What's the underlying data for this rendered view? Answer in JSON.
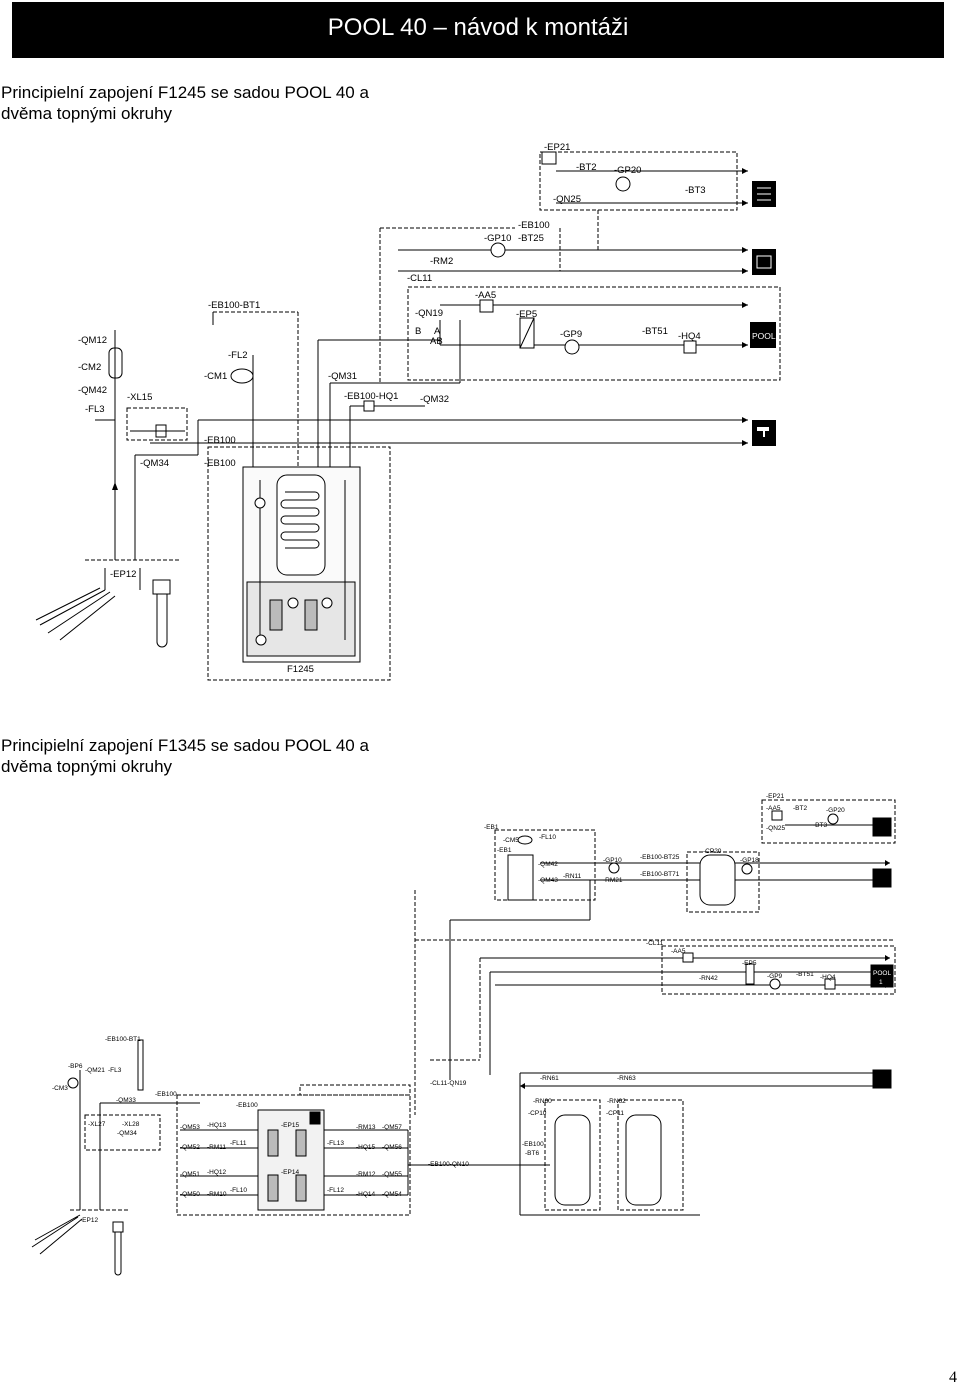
{
  "header": {
    "title": "POOL 40 – návod k montáži"
  },
  "section1": {
    "title_line1": "Principielní zapojení F1245 se sadou POOL 40 a",
    "title_line2": "dvěma topnými okruhy",
    "labels": {
      "ep21": "-EP21",
      "bt2": "-BT2",
      "gp20": "-GP20",
      "bt3": "-BT3",
      "qn25": "-QN25",
      "eb100": "-EB100",
      "gp10": "-GP10",
      "bt25": "-BT25",
      "rm2": "-RM2",
      "cl11": "-CL11",
      "aa5": "-AA5",
      "eb100_bt1": "-EB100-BT1",
      "qn19": "-QN19",
      "b": "B",
      "a": "A",
      "ab": "AB",
      "ep5": "-EP5",
      "gp9": "-GP9",
      "bt51": "-BT51",
      "hq4": "-HQ4",
      "qm12": "-QM12",
      "cm2": "-CM2",
      "qm42": "-QM42",
      "fl3": "-FL3",
      "xl15": "-XL15",
      "fl2": "-FL2",
      "cm1": "-CM1",
      "qm31": "-QM31",
      "eb100_hq1": "-EB100-HQ1",
      "qm32": "-QM32",
      "eb100_a": "-EB100",
      "eb100_b": "-EB100",
      "qm34": "-QM34",
      "ep12": "-EP12",
      "f1245": "F1245",
      "pool": "POOL"
    }
  },
  "section2": {
    "title_line1": "Principielní zapojení F1345 se sadou POOL 40 a",
    "title_line2": "dvěma topnými okruhy",
    "labels": {
      "ep21": "-EP21",
      "aa5": "-AA5",
      "bt2": "-BT2",
      "gp20": "-GP20",
      "qn25": "-QN25",
      "bt3": "-BT3",
      "eb1": "-EB1",
      "cm5": "-CM5",
      "fl10": "-FL10",
      "eb1b": "-EB1",
      "qm42": "-QM42",
      "gp10": "-GP10",
      "eb100_bt25": "-EB100-BT25",
      "cp20": "-CP20",
      "gp18": "-GP18",
      "qm43": "-QM43",
      "rn11": "-RN11",
      "rm21": "-RM21",
      "eb100_bt71": "-EB100-BT71",
      "cl11": "-CL11",
      "aa5b": "-AA5",
      "ep5": "-EP5",
      "rn42": "-RN42",
      "gp9": "-GP9",
      "bt51": "-BT51",
      "hq4": "-HQ4",
      "pool": "POOL",
      "pool_num": "1",
      "eb100_bt1": "-EB100-BT1",
      "bp6": "-BP6",
      "qm21": "-QM21",
      "fl3": "-FL3",
      "cm3": "-CM3",
      "cl11_qn19": "-CL11-QN19",
      "rn61": "-RN61",
      "rn63": "-RN63",
      "qm33": "-QM33",
      "eb100": "-EB100",
      "rn60": "-RN60",
      "rn62": "-RN62",
      "cp10": "-CP10",
      "cp11": "-CP11",
      "eb100b": "-EB100",
      "xl27": "-XL27",
      "xl28": "-XL28",
      "qm34": "-QM34",
      "qm53": "-QM53",
      "hq13": "-HQ13",
      "ep15": "-EP15",
      "rm13": "-RM13",
      "qm57": "-QM57",
      "qm52": "-QM52",
      "rm11": "-RM11",
      "fl11": "-FL11",
      "fl13": "-FL13",
      "hq15": "-HQ15",
      "qm56": "-QM56",
      "eb100_bt6": "-EB100",
      "bt6": "-BT6",
      "qm51": "-QM51",
      "hq12": "-HQ12",
      "ep14": "-EP14",
      "rm12": "-RM12",
      "qm55": "-QM55",
      "eb100_qn10": "-EB100-QN10",
      "qm50": "-QM50",
      "rm10": "-RM10",
      "fl10b": "-FL10",
      "fl12": "-FL12",
      "hq14": "-HQ14",
      "qm54": "-QM54",
      "ep12": "-EP12"
    }
  },
  "page_number": "4"
}
